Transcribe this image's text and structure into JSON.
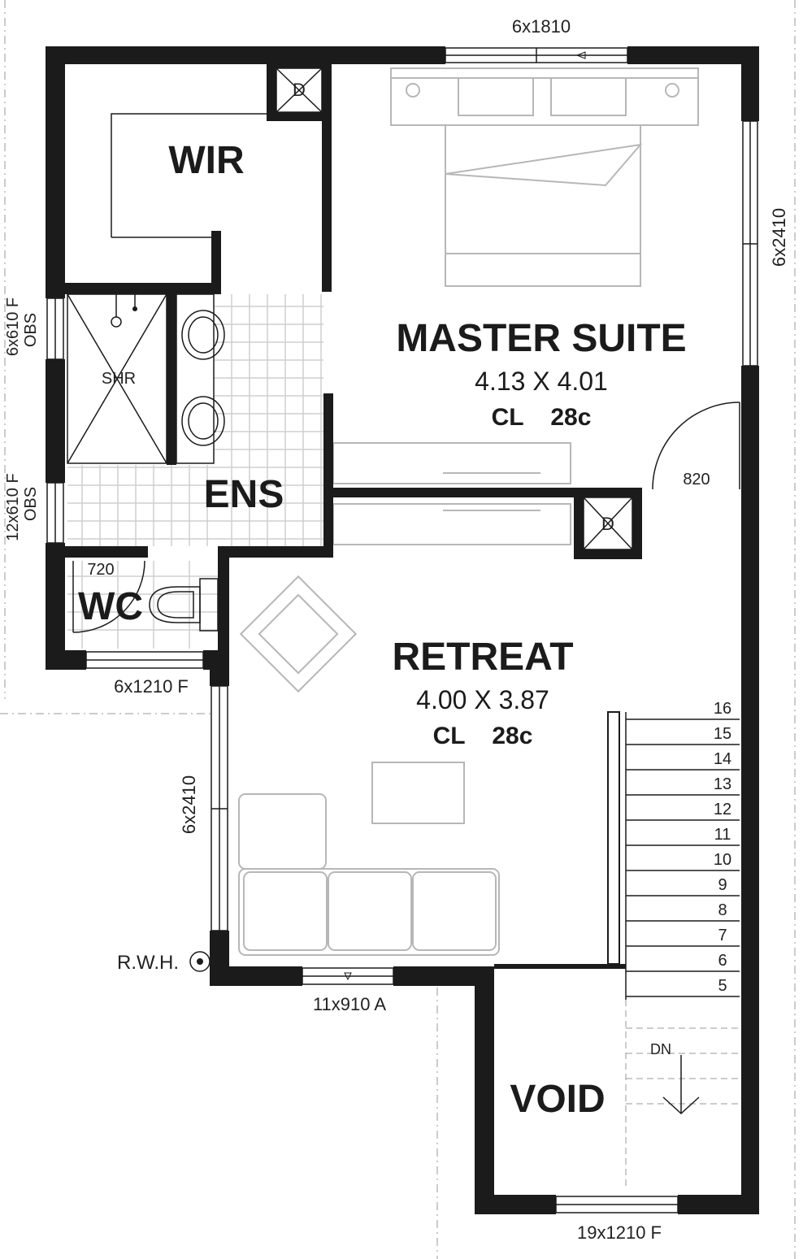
{
  "rooms": {
    "wir": "WIR",
    "master_suite": {
      "name": "MASTER SUITE",
      "size": "4.13 X 4.01",
      "ceiling": "CL    28c"
    },
    "shower": "SHR",
    "ensuite": "ENS",
    "wc": "WC",
    "retreat": {
      "name": "RETREAT",
      "size": "4.00 X 3.87",
      "ceiling": "CL    28c"
    },
    "void": "VOID"
  },
  "windows": {
    "top": "6x1810",
    "master_right": "6x2410",
    "shower_left_a": "6x610 F",
    "shower_left_b": "OBS",
    "ens_left_a": "12x610 F",
    "ens_left_b": "OBS",
    "wc_bottom": "6x1210 F",
    "retreat_left": "6x2410",
    "retreat_bottom": "11x910 A",
    "void_bottom": "19x1210 F"
  },
  "doors": {
    "master": "820",
    "wc": "720"
  },
  "marks": {
    "duct": "D",
    "rwh": "R.W.H.",
    "stair_direction": "DN"
  },
  "stairs": [
    "16",
    "15",
    "14",
    "13",
    "12",
    "11",
    "10",
    "9",
    "8",
    "7",
    "6",
    "5"
  ]
}
